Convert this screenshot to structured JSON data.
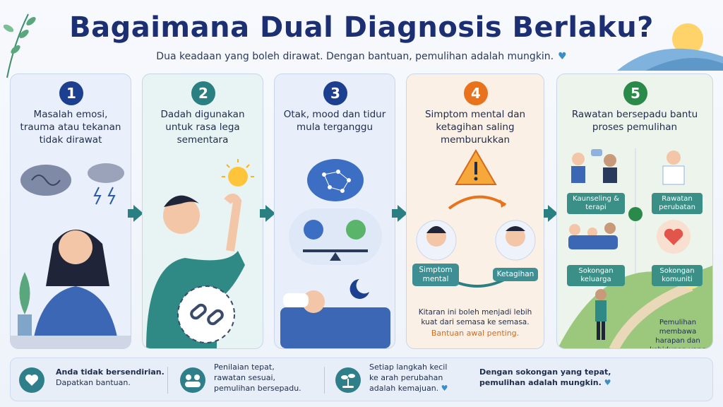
{
  "header": {
    "title": "Bagaimana Dual Diagnosis Berlaku?",
    "subtitle": "Dua keadaan yang boleh dirawat. Dengan bantuan, pemulihan adalah mungkin.",
    "heart": "♥"
  },
  "steps": [
    {
      "number": "1",
      "title": "Masalah emosi, trauma atau tekanan tidak dirawat",
      "color": "#1c3f8f"
    },
    {
      "number": "2",
      "title": "Dadah digunakan untuk rasa lega sementara",
      "color": "#2a7f82"
    },
    {
      "number": "3",
      "title": "Otak, mood dan tidur mula terganggu",
      "color": "#1c3f8f"
    },
    {
      "number": "4",
      "title": "Simptom mental dan ketagihan saling memburukkan",
      "color": "#e8731c"
    },
    {
      "number": "5",
      "title": "Rawatan bersepadu bantu proses pemulihan",
      "color": "#2a8a4a"
    }
  ],
  "step4": {
    "left_label": "Simptom mental",
    "right_label": "Ketagihan",
    "note": "Kitaran ini boleh menjadi lebih kuat dari semasa ke semasa.",
    "note_highlight": "Bantuan awal penting."
  },
  "step5": {
    "labels": [
      "Kaunseling & terapi",
      "Rawatan perubatan",
      "Sokongan keluarga",
      "Sokongan komuniti"
    ],
    "plus": "+",
    "ending": "Pemulihan membawa harapan dan kehidupan yang lebih baik.",
    "heart": "♥"
  },
  "footer": [
    {
      "line1": "Anda tidak bersendirian.",
      "line2": "Dapatkan bantuan."
    },
    {
      "line1": "Penilaian tepat,",
      "line2": "rawatan sesuai,",
      "line3": "pemulihan bersepadu."
    },
    {
      "line1": "Setiap langkah kecil",
      "line2": "ke arah perubahan",
      "line3": "adalah kemajuan.",
      "heart": "♥"
    },
    {
      "line1": "Dengan sokongan yang tepat,",
      "line2": "pemulihan adalah mungkin.",
      "heart": "♥"
    }
  ],
  "colors": {
    "teal": "#2a7f82",
    "navy": "#1c2f72",
    "orange": "#e8731c",
    "green": "#2a8a4a"
  },
  "icons": [
    "storm-cloud-icon",
    "sun-icon",
    "broken-chain-icon",
    "brain-icon",
    "balance-icon",
    "moon-icon",
    "warning-icon",
    "heart-hands-icon",
    "people-icon",
    "sprout-icon"
  ]
}
